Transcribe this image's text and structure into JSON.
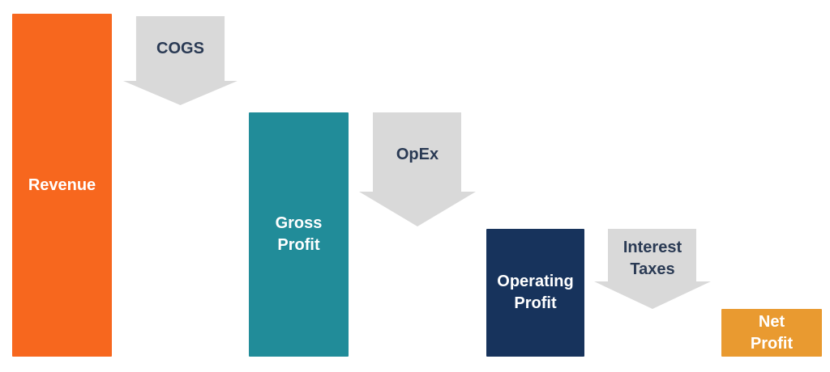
{
  "diagram": {
    "type": "profit-waterfall-flow",
    "background_color": "#FFFFFF",
    "arrow_fill_color": "#D9D9D9",
    "arrow_text_color": "#2A3A54",
    "bar_text_color": "#FFFFFF",
    "bars": [
      {
        "name": "revenue",
        "lines": [
          "Revenue"
        ],
        "fill": "#F7671E",
        "text_color": "#FFFFFF"
      },
      {
        "name": "gross-profit",
        "lines": [
          "Gross",
          "Profit"
        ],
        "fill": "#218C99",
        "text_color": "#FFFFFF"
      },
      {
        "name": "operating-profit",
        "lines": [
          "Operating",
          "Profit"
        ],
        "fill": "#17335C",
        "text_color": "#FFFFFF"
      },
      {
        "name": "net-profit",
        "lines": [
          "Net",
          "Profit"
        ],
        "fill": "#E99A30",
        "text_color": "#FFFFFF"
      }
    ],
    "arrows": [
      {
        "name": "cogs",
        "lines": [
          "COGS"
        ],
        "fill": "#D9D9D9",
        "text_color": "#2A3A54"
      },
      {
        "name": "opex",
        "lines": [
          "OpEx"
        ],
        "fill": "#D9D9D9",
        "text_color": "#2A3A54"
      },
      {
        "name": "interest-taxes",
        "lines": [
          "Interest",
          "Taxes"
        ],
        "fill": "#D9D9D9",
        "text_color": "#2A3A54"
      }
    ]
  }
}
